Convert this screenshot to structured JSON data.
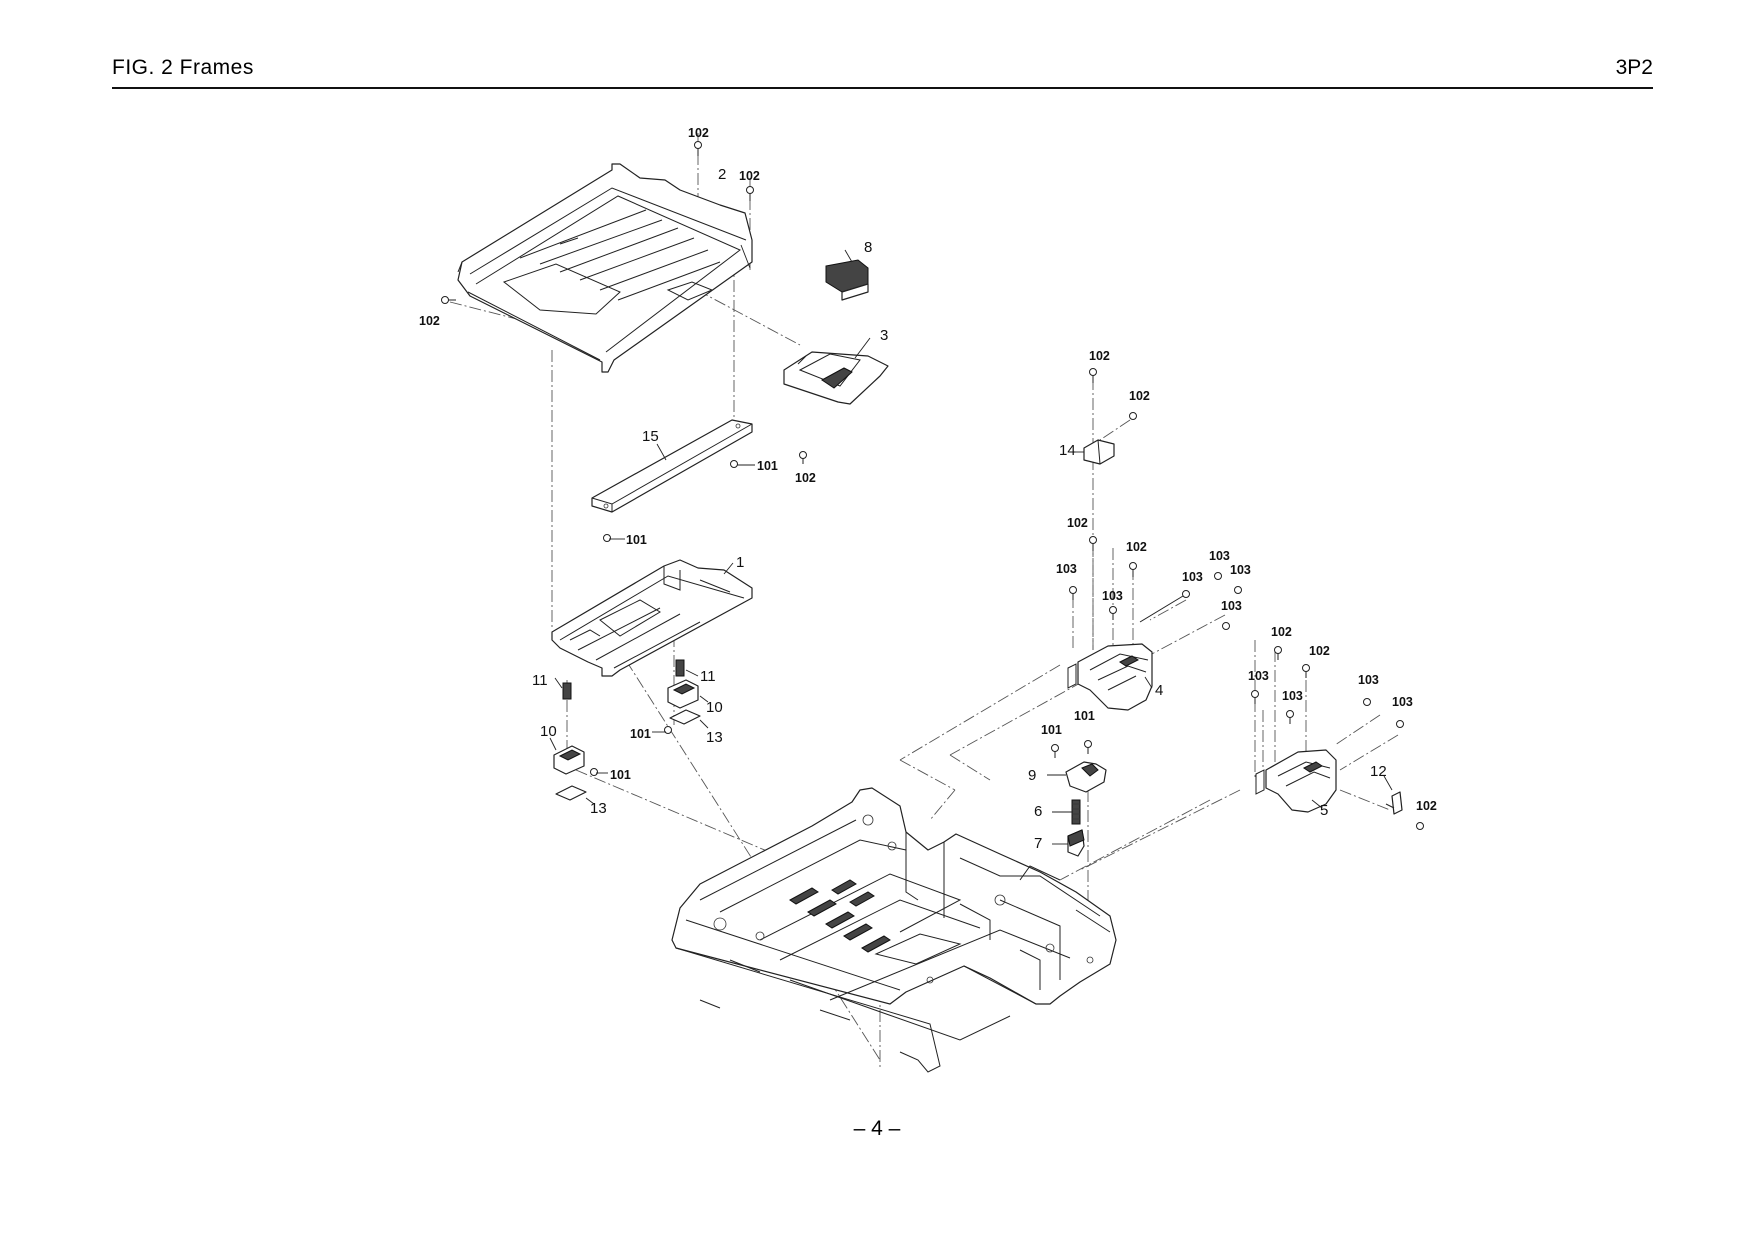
{
  "header": {
    "title": "FIG. 2  Frames",
    "code": "3P2"
  },
  "footer": {
    "page": "– 4 –"
  },
  "labels": {
    "p1": "1",
    "p2": "2",
    "p3": "3",
    "p4": "4",
    "p5": "5",
    "p6": "6",
    "p7": "7",
    "p8": "8",
    "p9": "9",
    "p10": "10",
    "p11": "11",
    "p12": "12",
    "p13": "13",
    "p14": "14",
    "p15": "15",
    "s101": "101",
    "s102": "102",
    "s103": "103"
  }
}
